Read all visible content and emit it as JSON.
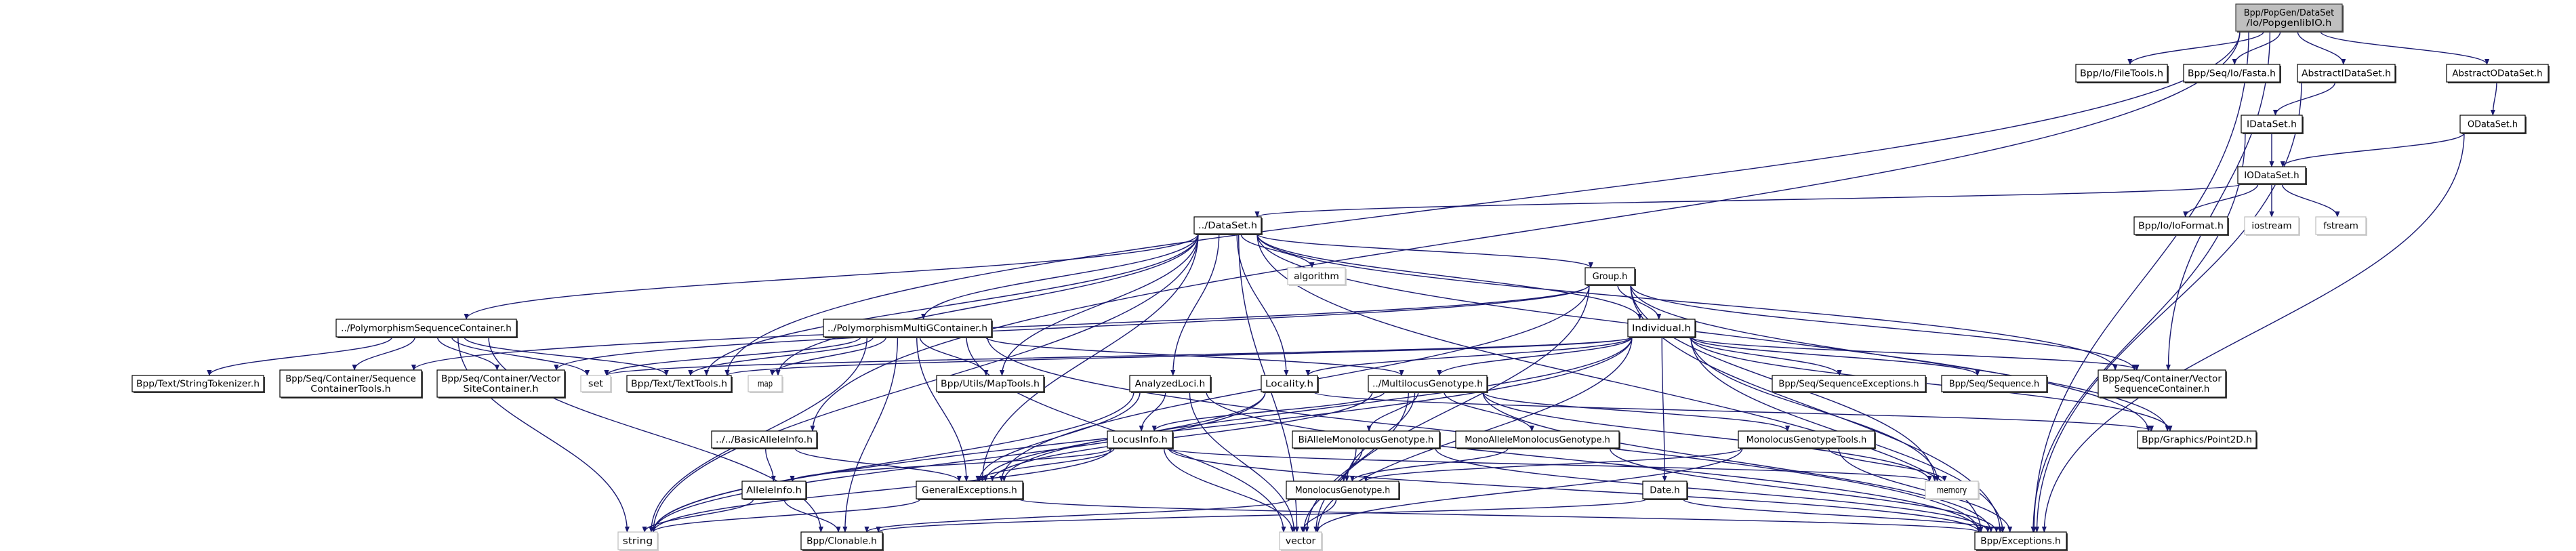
{
  "colors": {
    "edge": "#191970",
    "root_fill": "#bfbfbf",
    "node_border": "#000000",
    "system_border": "#bfbfbf"
  },
  "graph": {
    "nodes": [
      {
        "id": "root",
        "kind": "root",
        "lines": [
          "Bpp/PopGen/DataSet",
          "/Io/PopgenlibIO.h"
        ]
      },
      {
        "id": "filetools",
        "kind": "normal",
        "lines": [
          "Bpp/Io/FileTools.h"
        ]
      },
      {
        "id": "fasta",
        "kind": "normal",
        "lines": [
          "Bpp/Seq/Io/Fasta.h"
        ]
      },
      {
        "id": "absidataset",
        "kind": "normal",
        "lines": [
          "AbstractIDataSet.h"
        ]
      },
      {
        "id": "absodataset",
        "kind": "normal",
        "lines": [
          "AbstractODataSet.h"
        ]
      },
      {
        "id": "idataset",
        "kind": "normal",
        "lines": [
          "IDataSet.h"
        ]
      },
      {
        "id": "odataset",
        "kind": "normal",
        "lines": [
          "ODataSet.h"
        ]
      },
      {
        "id": "iodataset",
        "kind": "normal",
        "lines": [
          "IODataSet.h"
        ]
      },
      {
        "id": "ioformat",
        "kind": "normal",
        "lines": [
          "Bpp/Io/IoFormat.h"
        ]
      },
      {
        "id": "iostream",
        "kind": "system",
        "lines": [
          "iostream"
        ]
      },
      {
        "id": "fstream",
        "kind": "system",
        "lines": [
          "fstream"
        ]
      },
      {
        "id": "dataset",
        "kind": "normal",
        "lines": [
          "../DataSet.h"
        ]
      },
      {
        "id": "algorithm",
        "kind": "system",
        "lines": [
          "algorithm"
        ]
      },
      {
        "id": "group",
        "kind": "normal",
        "lines": [
          "Group.h"
        ]
      },
      {
        "id": "polyseq",
        "kind": "normal",
        "lines": [
          "../PolymorphismSequenceContainer.h"
        ]
      },
      {
        "id": "polymultig",
        "kind": "normal",
        "lines": [
          "../PolymorphismMultiGContainer.h"
        ]
      },
      {
        "id": "individual",
        "kind": "normal",
        "lines": [
          "Individual.h"
        ]
      },
      {
        "id": "stringtokenizer",
        "kind": "normal",
        "lines": [
          "Bpp/Text/StringTokenizer.h"
        ]
      },
      {
        "id": "seqcontainertools",
        "kind": "normal",
        "lines": [
          "Bpp/Seq/Container/Sequence",
          "ContainerTools.h"
        ]
      },
      {
        "id": "vectorsitecontainer",
        "kind": "normal",
        "lines": [
          "Bpp/Seq/Container/Vector",
          "SiteContainer.h"
        ]
      },
      {
        "id": "set",
        "kind": "system",
        "lines": [
          "set"
        ]
      },
      {
        "id": "texttools",
        "kind": "normal",
        "lines": [
          "Bpp/Text/TextTools.h"
        ]
      },
      {
        "id": "map",
        "kind": "system",
        "lines": [
          "map"
        ]
      },
      {
        "id": "maptools",
        "kind": "normal",
        "lines": [
          "Bpp/Utils/MapTools.h"
        ]
      },
      {
        "id": "analyzedloci",
        "kind": "normal",
        "lines": [
          "AnalyzedLoci.h"
        ]
      },
      {
        "id": "locality",
        "kind": "normal",
        "lines": [
          "Locality.h"
        ]
      },
      {
        "id": "multilocus",
        "kind": "normal",
        "lines": [
          "../MultilocusGenotype.h"
        ]
      },
      {
        "id": "seqexceptions",
        "kind": "normal",
        "lines": [
          "Bpp/Seq/SequenceExceptions.h"
        ]
      },
      {
        "id": "sequence",
        "kind": "normal",
        "lines": [
          "Bpp/Seq/Sequence.h"
        ]
      },
      {
        "id": "vectorseqcontainer",
        "kind": "normal",
        "lines": [
          "Bpp/Seq/Container/Vector",
          "SequenceContainer.h"
        ]
      },
      {
        "id": "basicalleleinfo",
        "kind": "normal",
        "lines": [
          "../../BasicAlleleInfo.h"
        ]
      },
      {
        "id": "locusinfo",
        "kind": "normal",
        "lines": [
          "LocusInfo.h"
        ]
      },
      {
        "id": "biallele",
        "kind": "normal",
        "lines": [
          "BiAlleleMonolocusGenotype.h"
        ]
      },
      {
        "id": "monoallele",
        "kind": "normal",
        "lines": [
          "MonoAlleleMonolocusGenotype.h"
        ]
      },
      {
        "id": "monotools",
        "kind": "normal",
        "lines": [
          "MonolocusGenotypeTools.h"
        ]
      },
      {
        "id": "point2d",
        "kind": "normal",
        "lines": [
          "Bpp/Graphics/Point2D.h"
        ]
      },
      {
        "id": "alleleinfo",
        "kind": "normal",
        "lines": [
          "AlleleInfo.h"
        ]
      },
      {
        "id": "generalexceptions",
        "kind": "normal",
        "lines": [
          "GeneralExceptions.h"
        ]
      },
      {
        "id": "monolocus",
        "kind": "normal",
        "lines": [
          "MonolocusGenotype.h"
        ]
      },
      {
        "id": "date",
        "kind": "normal",
        "lines": [
          "Date.h"
        ]
      },
      {
        "id": "memory",
        "kind": "system",
        "lines": [
          "memory"
        ]
      },
      {
        "id": "string",
        "kind": "system",
        "lines": [
          "string"
        ]
      },
      {
        "id": "clonable",
        "kind": "normal",
        "lines": [
          "Bpp/Clonable.h"
        ]
      },
      {
        "id": "vector",
        "kind": "system",
        "lines": [
          "vector"
        ]
      },
      {
        "id": "exceptions",
        "kind": "normal",
        "lines": [
          "Bpp/Exceptions.h"
        ]
      }
    ],
    "edges": [
      [
        "root",
        "filetools"
      ],
      [
        "root",
        "fasta"
      ],
      [
        "root",
        "absidataset"
      ],
      [
        "root",
        "absodataset"
      ],
      [
        "root",
        "exceptions"
      ],
      [
        "root",
        "vectorseqcontainer"
      ],
      [
        "root",
        "texttools"
      ],
      [
        "root",
        "basicalleleinfo"
      ],
      [
        "absidataset",
        "idataset"
      ],
      [
        "absidataset",
        "exceptions"
      ],
      [
        "absodataset",
        "odataset"
      ],
      [
        "idataset",
        "iodataset"
      ],
      [
        "idataset",
        "exceptions"
      ],
      [
        "odataset",
        "iodataset"
      ],
      [
        "odataset",
        "exceptions"
      ],
      [
        "iodataset",
        "ioformat"
      ],
      [
        "iodataset",
        "iostream"
      ],
      [
        "iodataset",
        "fstream"
      ],
      [
        "iodataset",
        "dataset"
      ],
      [
        "dataset",
        "polyseq"
      ],
      [
        "dataset",
        "polymultig"
      ],
      [
        "dataset",
        "algorithm"
      ],
      [
        "dataset",
        "group"
      ],
      [
        "dataset",
        "individual"
      ],
      [
        "dataset",
        "maptools"
      ],
      [
        "dataset",
        "analyzedloci"
      ],
      [
        "dataset",
        "locality"
      ],
      [
        "dataset",
        "generalexceptions"
      ],
      [
        "dataset",
        "vector"
      ],
      [
        "dataset",
        "string"
      ],
      [
        "dataset",
        "texttools"
      ],
      [
        "dataset",
        "map"
      ],
      [
        "dataset",
        "exceptions"
      ],
      [
        "dataset",
        "point2d"
      ],
      [
        "dataset",
        "vectorseqcontainer"
      ],
      [
        "group",
        "individual"
      ],
      [
        "group",
        "vector"
      ],
      [
        "group",
        "exceptions"
      ],
      [
        "group",
        "point2d"
      ],
      [
        "group",
        "vectorseqcontainer"
      ],
      [
        "group",
        "generalexceptions"
      ],
      [
        "group",
        "seqcontainertools"
      ],
      [
        "group",
        "vectorsitecontainer"
      ],
      [
        "group",
        "memory"
      ],
      [
        "individual",
        "multilocus"
      ],
      [
        "individual",
        "locality"
      ],
      [
        "individual",
        "date"
      ],
      [
        "individual",
        "seqexceptions"
      ],
      [
        "individual",
        "sequence"
      ],
      [
        "individual",
        "vectorseqcontainer"
      ],
      [
        "individual",
        "point2d"
      ],
      [
        "individual",
        "exceptions"
      ],
      [
        "individual",
        "vector"
      ],
      [
        "individual",
        "memory"
      ],
      [
        "individual",
        "texttools"
      ],
      [
        "individual",
        "set"
      ],
      [
        "individual",
        "generalexceptions"
      ],
      [
        "individual",
        "string"
      ],
      [
        "polyseq",
        "stringtokenizer"
      ],
      [
        "polyseq",
        "seqcontainertools"
      ],
      [
        "polyseq",
        "vectorsitecontainer"
      ],
      [
        "polyseq",
        "set"
      ],
      [
        "polyseq",
        "texttools"
      ],
      [
        "polyseq",
        "string"
      ],
      [
        "polyseq",
        "clonable"
      ],
      [
        "polymultig",
        "maptools"
      ],
      [
        "polymultig",
        "texttools"
      ],
      [
        "polymultig",
        "map"
      ],
      [
        "polymultig",
        "set"
      ],
      [
        "polymultig",
        "generalexceptions"
      ],
      [
        "polymultig",
        "vector"
      ],
      [
        "polymultig",
        "clonable"
      ],
      [
        "polymultig",
        "string"
      ],
      [
        "polymultig",
        "multilocus"
      ],
      [
        "polymultig",
        "exceptions"
      ],
      [
        "analyzedloci",
        "locusinfo"
      ],
      [
        "analyzedloci",
        "generalexceptions"
      ],
      [
        "analyzedloci",
        "vector"
      ],
      [
        "analyzedloci",
        "string"
      ],
      [
        "analyzedloci",
        "exceptions"
      ],
      [
        "locality",
        "point2d"
      ],
      [
        "locality",
        "string"
      ],
      [
        "locality",
        "generalexceptions"
      ],
      [
        "multilocus",
        "biallele"
      ],
      [
        "multilocus",
        "monoallele"
      ],
      [
        "multilocus",
        "monolocus"
      ],
      [
        "multilocus",
        "monotools"
      ],
      [
        "multilocus",
        "vector"
      ],
      [
        "multilocus",
        "exceptions"
      ],
      [
        "multilocus",
        "generalexceptions"
      ],
      [
        "multilocus",
        "memory"
      ],
      [
        "multilocus",
        "locusinfo"
      ],
      [
        "biallele",
        "monolocus"
      ],
      [
        "biallele",
        "vector"
      ],
      [
        "biallele",
        "exceptions"
      ],
      [
        "monoallele",
        "monolocus"
      ],
      [
        "monoallele",
        "exceptions"
      ],
      [
        "monotools",
        "monolocus"
      ],
      [
        "monotools",
        "memory"
      ],
      [
        "monotools",
        "exceptions"
      ],
      [
        "monotools",
        "vector"
      ],
      [
        "monolocus",
        "vector"
      ],
      [
        "monolocus",
        "clonable"
      ],
      [
        "locusinfo",
        "alleleinfo"
      ],
      [
        "locusinfo",
        "generalexceptions"
      ],
      [
        "locusinfo",
        "vector"
      ],
      [
        "locusinfo",
        "string"
      ],
      [
        "locusinfo",
        "memory"
      ],
      [
        "locusinfo",
        "exceptions"
      ],
      [
        "basicalleleinfo",
        "alleleinfo"
      ],
      [
        "basicalleleinfo",
        "generalexceptions"
      ],
      [
        "alleleinfo",
        "string"
      ],
      [
        "alleleinfo",
        "clonable"
      ],
      [
        "generalexceptions",
        "string"
      ],
      [
        "generalexceptions",
        "exceptions"
      ],
      [
        "date",
        "exceptions"
      ],
      [
        "date",
        "clonable"
      ]
    ]
  }
}
